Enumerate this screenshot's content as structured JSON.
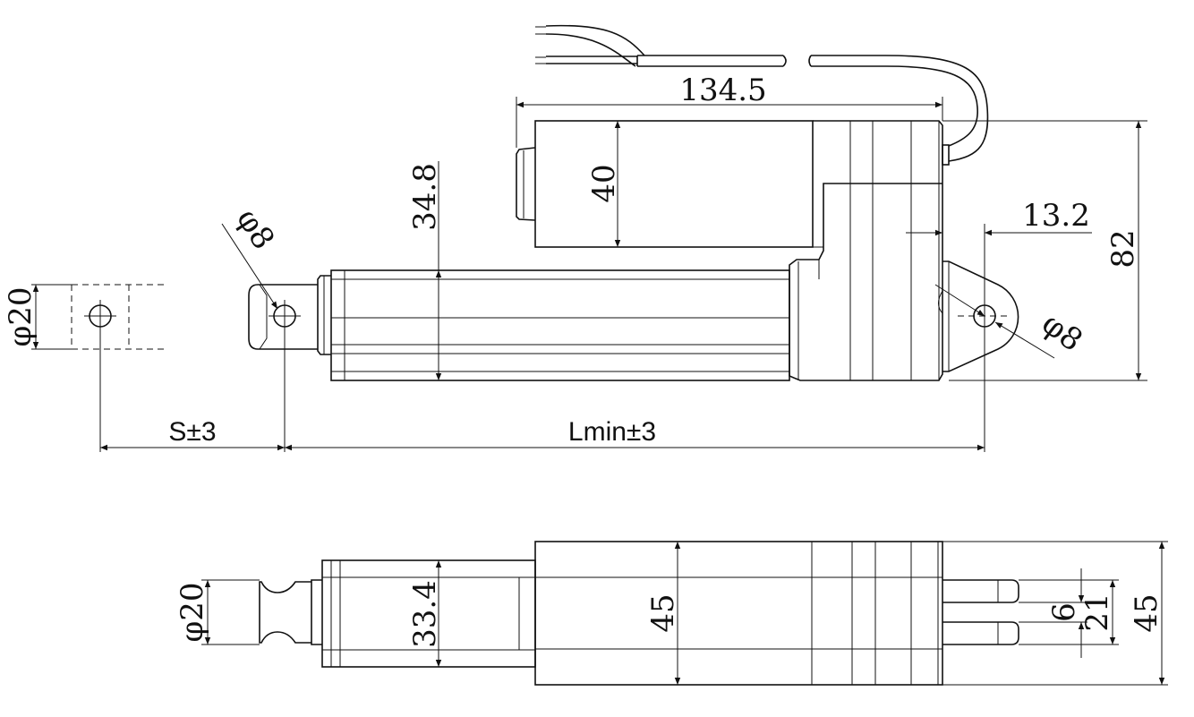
{
  "title": "Linear actuator dimension drawing",
  "top_view": {
    "overall_length_motor": "134.5",
    "motor_height": "40",
    "tube_height": "34.8",
    "overall_height": "82",
    "rear_offset": "13.2",
    "rear_hole": "φ8",
    "front_hole": "φ8",
    "rod_end_diameter": "φ20",
    "stroke": "S±3",
    "retracted_length": "Lmin±3"
  },
  "bottom_view": {
    "rod_diameter": "φ20",
    "tube_width": "33.4",
    "motor_width": "45",
    "clevis_gap": "6",
    "clevis_width": "21",
    "overall_width": "45"
  }
}
